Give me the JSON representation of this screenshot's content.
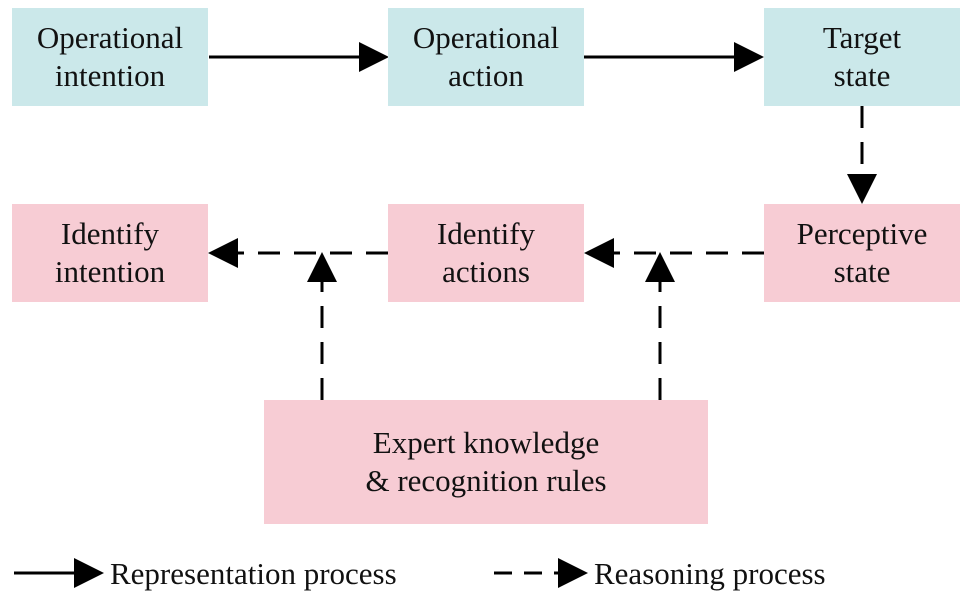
{
  "colors": {
    "top_row_fill": "#cbe8ea",
    "bottom_row_fill": "#f7ccd4",
    "line": "#000000"
  },
  "boxes": {
    "operational_intention": [
      "Operational",
      "intention"
    ],
    "operational_action": [
      "Operational",
      "action"
    ],
    "target_state": [
      "Target",
      "state"
    ],
    "identify_intention": [
      "Identify",
      "intention"
    ],
    "identify_actions": [
      "Identify",
      "actions"
    ],
    "perceptive_state": [
      "Perceptive",
      "state"
    ],
    "expert_knowledge": [
      "Expert knowledge",
      "& recognition rules"
    ]
  },
  "legend": {
    "solid_label": "Representation process",
    "dashed_label": "Reasoning process"
  }
}
